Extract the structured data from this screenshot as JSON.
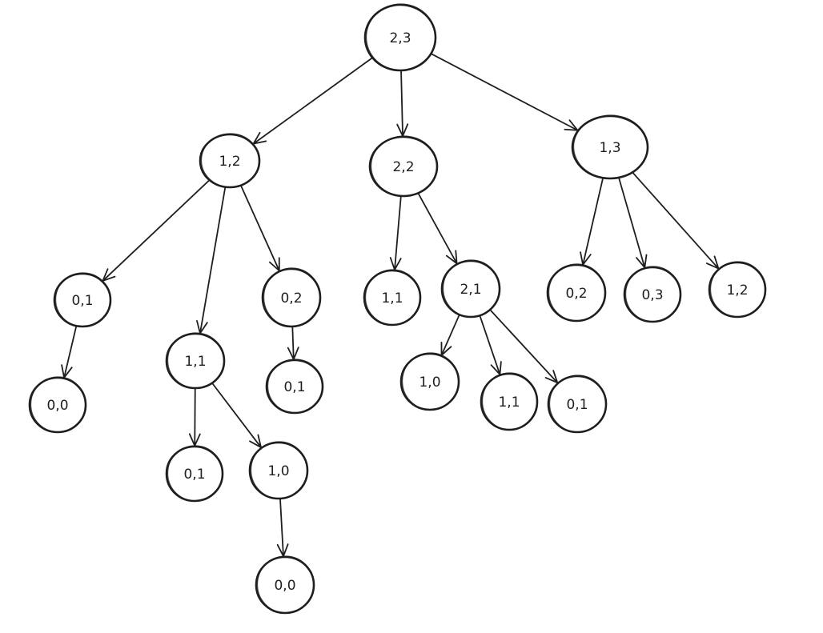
{
  "diagram": {
    "nodes": [
      {
        "id": "n0",
        "label": "2,3"
      },
      {
        "id": "n1",
        "label": "1,2"
      },
      {
        "id": "n2",
        "label": "2,2"
      },
      {
        "id": "n3",
        "label": "1,3"
      },
      {
        "id": "n4",
        "label": "0,1"
      },
      {
        "id": "n5",
        "label": "0,0"
      },
      {
        "id": "n6",
        "label": "1,1"
      },
      {
        "id": "n7",
        "label": "0,1"
      },
      {
        "id": "n8",
        "label": "1,0"
      },
      {
        "id": "n9",
        "label": "0,0"
      },
      {
        "id": "n10",
        "label": "0,2"
      },
      {
        "id": "n11",
        "label": "0,1"
      },
      {
        "id": "n12",
        "label": "1,1"
      },
      {
        "id": "n13",
        "label": "2,1"
      },
      {
        "id": "n14",
        "label": "1,0"
      },
      {
        "id": "n15",
        "label": "1,1"
      },
      {
        "id": "n16",
        "label": "0,1"
      },
      {
        "id": "n17",
        "label": "0,2"
      },
      {
        "id": "n18",
        "label": "0,3"
      },
      {
        "id": "n19",
        "label": "1,2"
      }
    ],
    "edges": [
      [
        "n0",
        "n1"
      ],
      [
        "n0",
        "n2"
      ],
      [
        "n0",
        "n3"
      ],
      [
        "n1",
        "n4"
      ],
      [
        "n1",
        "n6"
      ],
      [
        "n1",
        "n10"
      ],
      [
        "n4",
        "n5"
      ],
      [
        "n6",
        "n7"
      ],
      [
        "n6",
        "n8"
      ],
      [
        "n8",
        "n9"
      ],
      [
        "n10",
        "n11"
      ],
      [
        "n2",
        "n12"
      ],
      [
        "n2",
        "n13"
      ],
      [
        "n13",
        "n14"
      ],
      [
        "n13",
        "n15"
      ],
      [
        "n13",
        "n16"
      ],
      [
        "n3",
        "n17"
      ],
      [
        "n3",
        "n18"
      ],
      [
        "n3",
        "n19"
      ]
    ]
  }
}
